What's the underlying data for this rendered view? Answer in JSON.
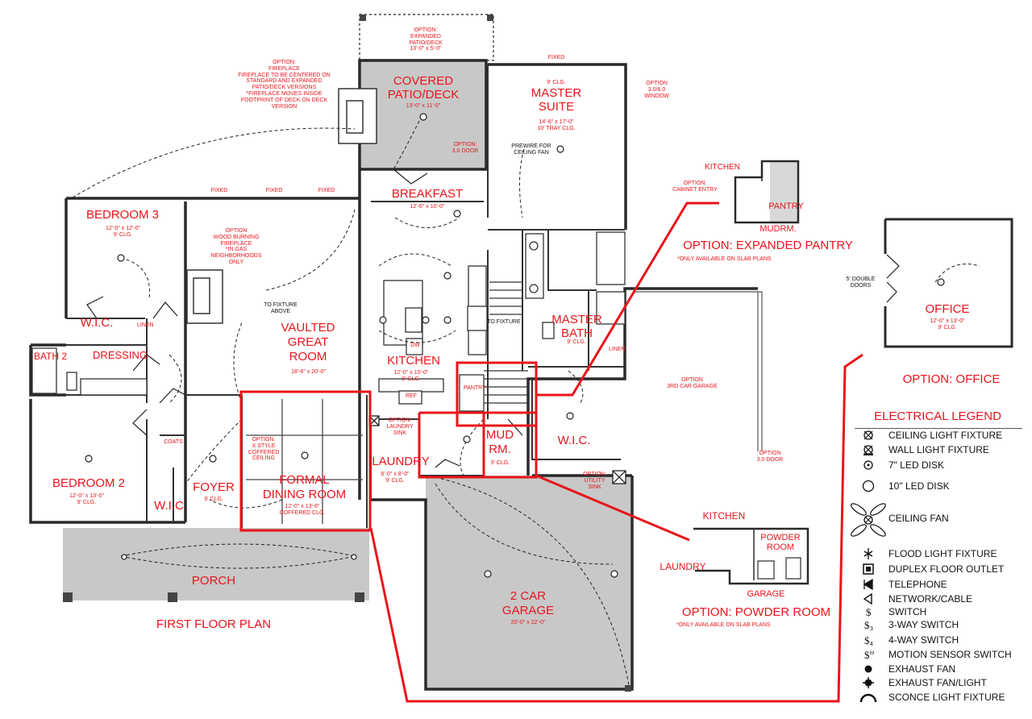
{
  "plan_title": "FIRST FLOOR PLAN",
  "rooms": {
    "covered_patio": {
      "name": "COVERED\nPATIO/DECK",
      "dims": "13'-0\" x 11'-0\""
    },
    "expanded_patio": {
      "note": "OPTION:\nEXPANDED\nPATIO/DECK\n13'-0\" x 5'-0\""
    },
    "master_suite": {
      "name": "MASTER\nSUITE",
      "dims": "14'-6\" x 17'-0\"\n10' TRAY CLG.",
      "clg": "9' CLG."
    },
    "breakfast": {
      "name": "BREAKFAST",
      "dims": "12'-6\" x 10'-0\""
    },
    "bedroom3": {
      "name": "BEDROOM 3",
      "dims": "12'-0\" x 12'-0\"\n9' CLG."
    },
    "vaulted_great_room": {
      "name": "VAULTED\nGREAT\nROOM",
      "dims": "18'-6\" x 20'-0\""
    },
    "kitchen": {
      "name": "KITCHEN",
      "dims": "12'-0\" x 15'-0\"\n9' CLG."
    },
    "master_bath": {
      "name": "MASTER\nBATH",
      "dims": "9' CLG."
    },
    "bath2": {
      "name": "BATH 2"
    },
    "dressing": {
      "name": "DRESSING"
    },
    "wic_bed3": {
      "name": "W.I.C."
    },
    "wic_master": {
      "name": "W.I.C."
    },
    "wic_bed2": {
      "name": "W.I.C"
    },
    "bedroom2": {
      "name": "BEDROOM 2",
      "dims": "12'-0\" x 13'-0\"\n9' CLG."
    },
    "foyer": {
      "name": "FOYER",
      "dims": "9' CLG."
    },
    "formal_dining": {
      "name": "FORMAL\nDINING ROOM",
      "dims": "12'-0\" x 13'-6\"\nCOFFERED CLG."
    },
    "laundry": {
      "name": "LAUNDRY",
      "dims": "6'-0\" x 8'-0\"\n9' CLG."
    },
    "mud_rm": {
      "name": "MUD\nRM.",
      "dims": "9' CLG."
    },
    "garage": {
      "name": "2 CAR\nGARAGE",
      "dims": "20'-0\" x 22'-0\""
    },
    "porch": {
      "name": "PORCH"
    }
  },
  "notes": {
    "fireplace": "OPTION:\nFIREPLACE\nFIREPLACE TO BE CENTERED ON\nSTANDARD AND EXPANDED\nPATIO/DECK VERSIONS\n*FIREPLACE MOVES INSIDE\nFOOTPRINT OF DECK ON DECK\nVERSION",
    "wood_fireplace": "OPTION\nWOOD BURNING\nFIREPLACE\n*IN GAS\nNEIGHBORHOODS\nONLY",
    "window_option": "OPTION\n3.0/6.0\nWINDOW",
    "door_option": "OPTION:\n3.0 DOOR",
    "prewire": "PREWIRE FOR\nCEILING FAN",
    "to_fixture": "TO FIXTURE\nABOVE",
    "xstyle_coffered": "OPTION:\nX STYLE\nCOFFERED\nCEILING",
    "laundry_sink": "OPTION:\nLAUNDRY\nSINK",
    "utility_sink": "OPTION:\nUTILITY\nSINK",
    "third_car": "OPTION\n3RD CAR GARAGE",
    "third_car_door": "OPTION\n3.0 DOOR",
    "fixed": "FIXED",
    "ref": "REF",
    "dw": "DW",
    "pantry": "PANTRY",
    "linen": "LINEN",
    "coats": "COATS",
    "to_fixture_short": "TO FIXTURE"
  },
  "options": {
    "pantry": {
      "title": "OPTION: EXPANDED PANTRY",
      "sub": "*ONLY AVAILABLE ON SLAB PLANS",
      "kitchen": "KITCHEN",
      "cabinet": "OPTION:\nCABINET ENTRY",
      "pantry": "PANTRY",
      "mudrm": "MUDRM."
    },
    "office": {
      "title": "OPTION: OFFICE",
      "name": "OFFICE",
      "dims": "12'-0\" x 13'-0\"\n9' CLG.",
      "doors": "5' DOUBLE\nDOORS"
    },
    "powder": {
      "title": "OPTION: POWDER ROOM",
      "sub": "*ONLY AVAILABLE ON SLAB PLANS",
      "kitchen": "KITCHEN",
      "powder": "POWDER\nROOM",
      "laundry": "LAUNDRY",
      "garage": "GARAGE"
    }
  },
  "legend": {
    "title": "ELECTRICAL LEGEND",
    "items": [
      {
        "icon": "ceiling-light-icon",
        "label": "CEILING LIGHT FIXTURE"
      },
      {
        "icon": "wall-light-icon",
        "label": "WALL LIGHT FIXTURE"
      },
      {
        "icon": "led-disk-7-icon",
        "label": "7\" LED DISK"
      },
      {
        "icon": "led-disk-10-icon",
        "label": "10\" LED DISK"
      },
      {
        "icon": "ceiling-fan-icon",
        "label": "CEILING FAN"
      },
      {
        "icon": "flood-light-icon",
        "label": "FLOOD LIGHT FIXTURE"
      },
      {
        "icon": "duplex-outlet-icon",
        "label": "DUPLEX FLOOR OUTLET"
      },
      {
        "icon": "telephone-icon",
        "label": "TELEPHONE"
      },
      {
        "icon": "network-cable-icon",
        "label": "NETWORK/CABLE"
      },
      {
        "icon": "switch-icon",
        "label": "SWITCH"
      },
      {
        "icon": "three-way-switch-icon",
        "label": "3-WAY SWITCH"
      },
      {
        "icon": "four-way-switch-icon",
        "label": "4-WAY SWITCH"
      },
      {
        "icon": "motion-switch-icon",
        "label": "MOTION SENSOR SWITCH"
      },
      {
        "icon": "exhaust-fan-icon",
        "label": "EXHAUST FAN"
      },
      {
        "icon": "exhaust-fan-light-icon",
        "label": "EXHAUST FAN/LIGHT"
      },
      {
        "icon": "sconce-light-icon",
        "label": "SCONCE LIGHT FIXTURE"
      }
    ]
  },
  "colors": {
    "accent": "#e8151b",
    "wall": "#2a2a2a",
    "shaded": "#c8c8c8"
  }
}
